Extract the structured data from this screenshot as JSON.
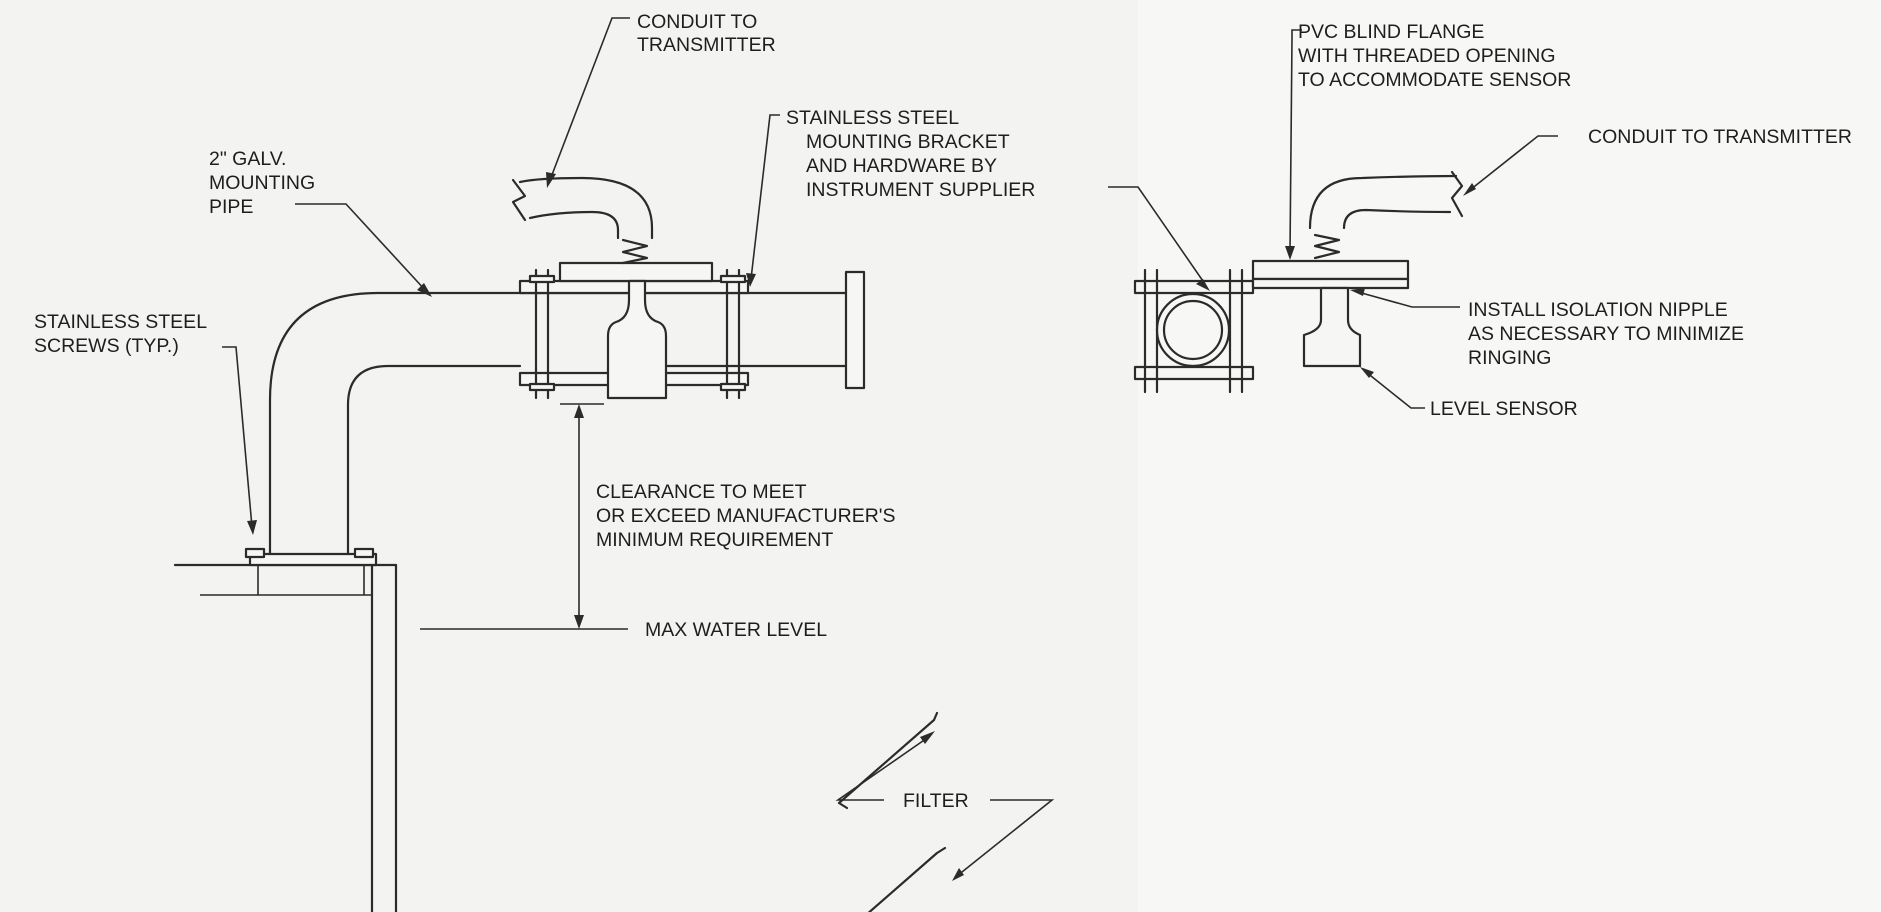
{
  "left_view": {
    "conduit_label": [
      "CONDUIT TO",
      "TRANSMITTER"
    ],
    "bracket_label": [
      "STAINLESS STEEL",
      "MOUNTING BRACKET",
      "AND HARDWARE BY",
      "INSTRUMENT SUPPLIER"
    ],
    "pipe_label": [
      "2\" GALV.",
      "MOUNTING",
      "PIPE"
    ],
    "screws_label": [
      "STAINLESS STEEL",
      "SCREWS (TYP.)"
    ],
    "clearance_label": [
      "CLEARANCE TO MEET",
      "OR EXCEED MANUFACTURER'S",
      "MINIMUM REQUIREMENT"
    ],
    "water_level_label": "MAX WATER LEVEL",
    "filter_label": "FILTER"
  },
  "right_view": {
    "flange_label": [
      "PVC BLIND FLANGE",
      "WITH THREADED OPENING",
      "TO ACCOMMODATE SENSOR"
    ],
    "conduit_label": "CONDUIT TO TRANSMITTER",
    "nipple_label": [
      "INSTALL ISOLATION NIPPLE",
      "AS NECESSARY TO MINIMIZE",
      "RINGING"
    ],
    "sensor_label": "LEVEL SENSOR"
  }
}
